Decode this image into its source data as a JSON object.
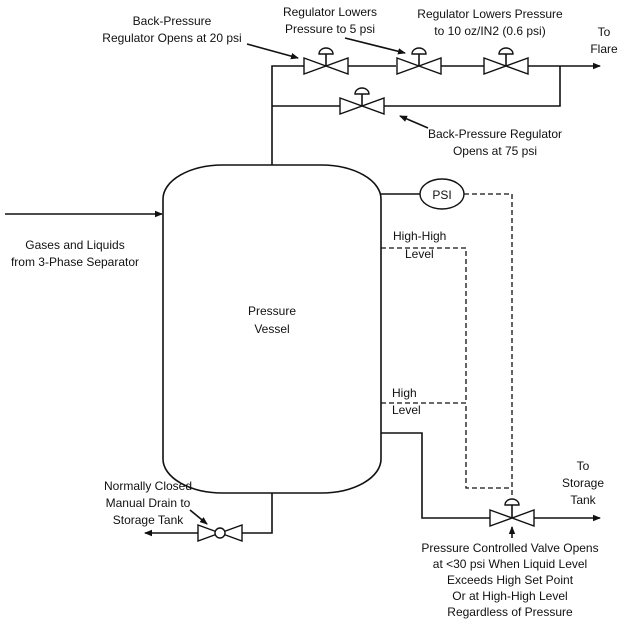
{
  "labels": {
    "bp20": [
      "Back-Pressure",
      "Regulator Opens at 20 psi"
    ],
    "reg5": [
      "Regulator Lowers",
      "Pressure to 5 psi"
    ],
    "reg10": [
      "Regulator Lowers Pressure",
      "to 10 oz/IN2 (0.6 psi)"
    ],
    "to_flare": [
      "To",
      "Flare"
    ],
    "bp75": [
      "Back-Pressure Regulator",
      "Opens at 75 psi"
    ],
    "inlet": [
      "Gases and Liquids",
      "from 3-Phase Separator"
    ],
    "vessel": [
      "Pressure",
      "Vessel"
    ],
    "psi": "PSI",
    "high_high": [
      "High-High",
      "Level"
    ],
    "high": [
      "High",
      "Level"
    ],
    "to_storage": [
      "To",
      "Storage",
      "Tank"
    ],
    "drain": [
      "Normally Closed",
      "Manual Drain to",
      "Storage Tank"
    ],
    "pcv": [
      "Pressure Controlled Valve Opens",
      "at <30 psi When Liquid Level",
      "Exceeds High Set Point",
      "Or at High-High Level",
      "Regardless of Pressure"
    ]
  },
  "colors": {
    "line": "#111111",
    "background": "#ffffff"
  }
}
